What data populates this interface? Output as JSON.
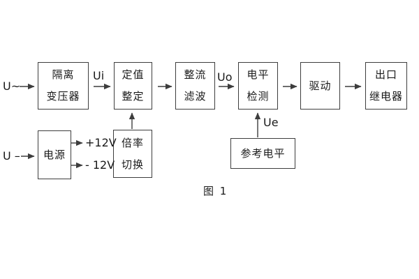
{
  "figure": {
    "caption": "图 1",
    "colors": {
      "line": "#3d3d3d",
      "text": "#1a1a1a",
      "background": "#ffffff"
    }
  },
  "labels": {
    "input_ac": "U~",
    "input_dc": "U –",
    "ui": "Ui",
    "uo": "Uo",
    "ue": "Ue",
    "plus_12v": "+12V",
    "minus_12v": "- 12V"
  },
  "boxes": {
    "isolation_transformer": {
      "line1": "隔离",
      "line2": "变压器"
    },
    "setpoint_adjust": {
      "line1": "定值",
      "line2": "整定"
    },
    "rectifier_filter": {
      "line1": "整流",
      "line2": "滤波"
    },
    "level_detect": {
      "line1": "电平",
      "line2": "检测"
    },
    "driver": {
      "line1": "驱动"
    },
    "output_relay": {
      "line1": "出口",
      "line2": "继电器"
    },
    "power_supply": {
      "line1": "电源"
    },
    "ratio_switch": {
      "line1": "倍率",
      "line2": "切换"
    },
    "reference_level": {
      "line1": "参考电平"
    }
  }
}
